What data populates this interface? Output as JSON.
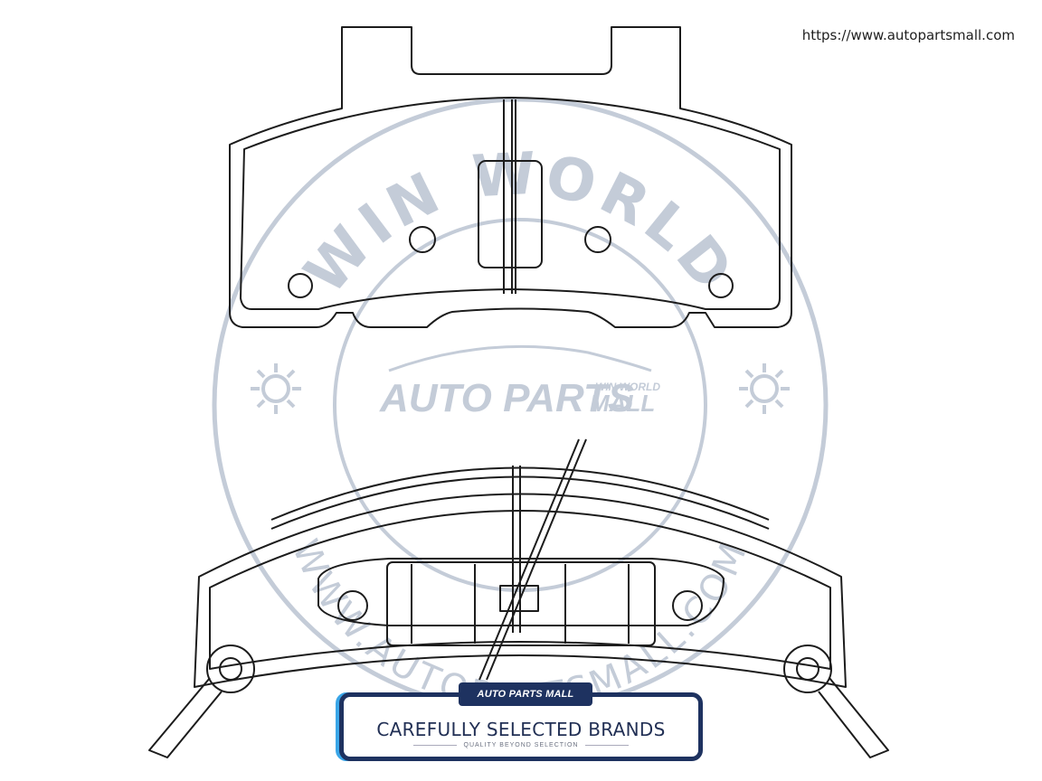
{
  "url_text": "https://www.autopartsmall.com",
  "watermark": {
    "ring_top": "WIN WORLD",
    "ring_bottom": "WWW.AUTOPARTSMALL.COM",
    "logo_main": "AUTO PARTS",
    "logo_small_top": "WIN WORLD",
    "logo_small_bottom": "MALL",
    "color": "#c4ccd8"
  },
  "banner": {
    "tab_label": "AUTO PARTS MALL",
    "title": "CAREFULLY SELECTED BRANDS",
    "subtitle": "QUALITY BEYOND SELECTION",
    "border_color": "#1e3260",
    "accent_color": "#3aa6e8"
  }
}
